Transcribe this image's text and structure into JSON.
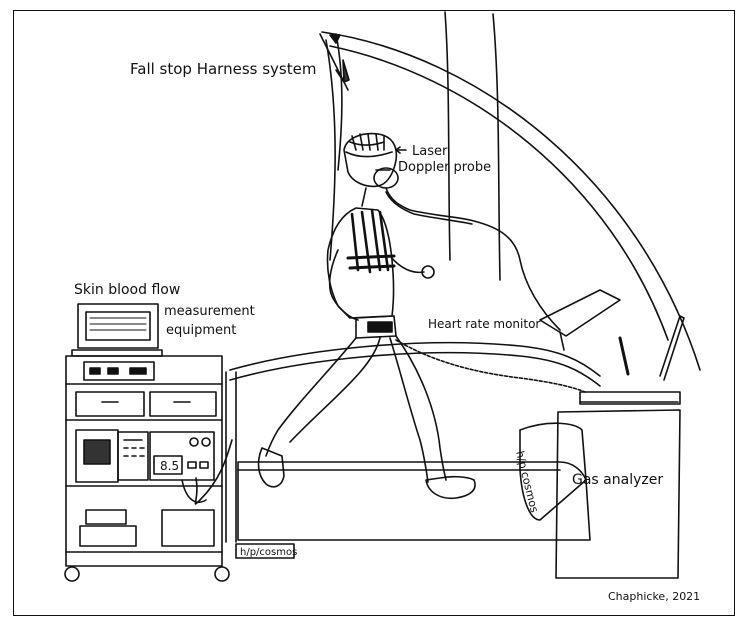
{
  "labels": {
    "fall_stop": "Fall stop Harness system",
    "laser_line1": "Laser",
    "laser_line2": "Doppler probe",
    "skin_line1": "Skin blood flow",
    "skin_line2": "measurement",
    "skin_line3": "equipment",
    "heart_rate": "Heart rate monitor",
    "gas_analyzer": "Gas analyzer",
    "brand_side": "h/p/cosmos",
    "brand_base": "h/p/cosmos",
    "display_value": "8.5",
    "signature": "Chaphicke, 2021"
  }
}
